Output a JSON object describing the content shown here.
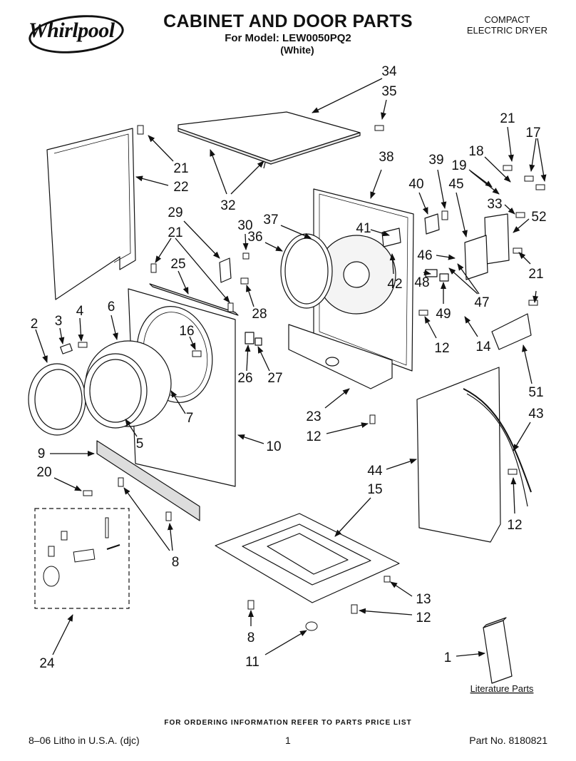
{
  "header": {
    "brand": "Whirlpool",
    "title": "CABINET AND DOOR PARTS",
    "model_line": "For Model: LEW0050PQ2",
    "color": "(White)",
    "product_line1": "COMPACT",
    "product_line2": "ELECTRIC DRYER"
  },
  "callouts": {
    "c1": "1",
    "c2": "2",
    "c3": "3",
    "c4": "4",
    "c5": "5",
    "c6": "6",
    "c7": "7",
    "c8a": "8",
    "c8b": "8",
    "c9": "9",
    "c10": "10",
    "c11": "11",
    "c12a": "12",
    "c12b": "12",
    "c12c": "12",
    "c12d": "12",
    "c13": "13",
    "c14": "14",
    "c15": "15",
    "c16": "16",
    "c17": "17",
    "c18": "18",
    "c19": "19",
    "c20": "20",
    "c21a": "21",
    "c21b": "21",
    "c21c": "21",
    "c21d": "21",
    "c22": "22",
    "c23": "23",
    "c24": "24",
    "c25": "25",
    "c26": "26",
    "c27": "27",
    "c28": "28",
    "c29": "29",
    "c30": "30",
    "c32": "32",
    "c33": "33",
    "c34": "34",
    "c35": "35",
    "c36": "36",
    "c37": "37",
    "c38": "38",
    "c39": "39",
    "c40": "40",
    "c41": "41",
    "c42": "42",
    "c43": "43",
    "c44": "44",
    "c45": "45",
    "c46": "46",
    "c47": "47",
    "c48": "48",
    "c49": "49",
    "c51": "51",
    "c52": "52"
  },
  "literature_label": "Literature Parts",
  "footer": {
    "notice": "FOR ORDERING INFORMATION REFER TO PARTS PRICE LIST",
    "litho": "8–06 Litho in U.S.A. (djc)",
    "page": "1",
    "part_no": "Part No. 8180821"
  }
}
